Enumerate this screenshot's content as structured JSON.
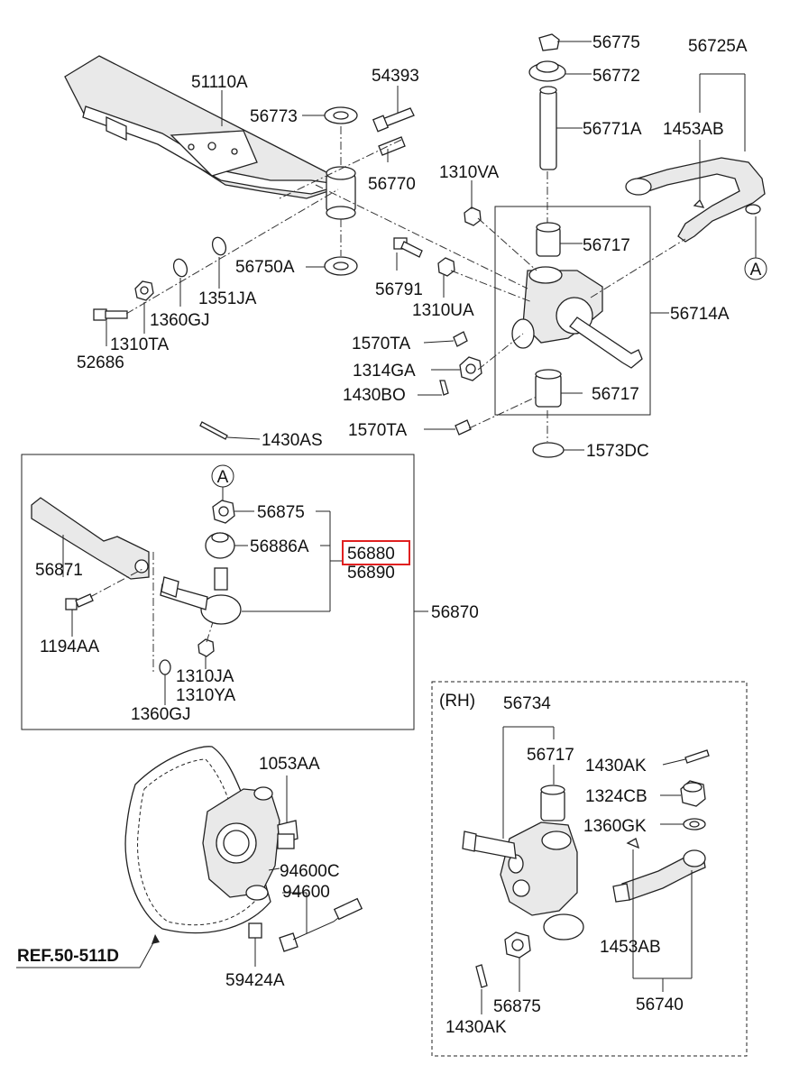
{
  "labels": {
    "p56775": "56775",
    "p56725A": "56725A",
    "p56772": "56772",
    "p51110A": "51110A",
    "p54393": "54393",
    "p56773": "56773",
    "p56771A": "56771A",
    "p1453AB_top": "1453AB",
    "p56770": "56770",
    "p1310VA": "1310VA",
    "p56717_top": "56717",
    "p56750A": "56750A",
    "p1351JA": "1351JA",
    "p56791": "56791",
    "p1360GJ_top": "1360GJ",
    "p1310UA": "1310UA",
    "p56714A": "56714A",
    "p1310TA": "1310TA",
    "p52686": "52686",
    "p1570TA_1": "1570TA",
    "p1314GA": "1314GA",
    "p1430BO": "1430BO",
    "p56717_mid": "56717",
    "p1570TA_2": "1570TA",
    "p1573DC": "1573DC",
    "p1430AS": "1430AS",
    "p56875_box": "56875",
    "p56886A": "56886A",
    "p56880": "56880",
    "p56890": "56890",
    "p56871": "56871",
    "p56870": "56870",
    "p1194AA": "1194AA",
    "p1310JA": "1310JA",
    "p1310YA": "1310YA",
    "p1360GJ_box": "1360GJ",
    "rh": "(RH)",
    "p56734": "56734",
    "p56717_rh": "56717",
    "p1430AK_1": "1430AK",
    "p1324CB": "1324CB",
    "p1360GK": "1360GK",
    "p1053AA": "1053AA",
    "p94600C": "94600C",
    "p94600": "94600",
    "ref": "REF.50-511D",
    "p59424A": "59424A",
    "p1453AB_rh": "1453AB",
    "p56875_rh": "56875",
    "p56740": "56740",
    "p1430AK_2": "1430AK",
    "callout_a": "A",
    "callout_a2": "A"
  },
  "colors": {
    "highlight": "#e02020",
    "line": "#222222"
  }
}
